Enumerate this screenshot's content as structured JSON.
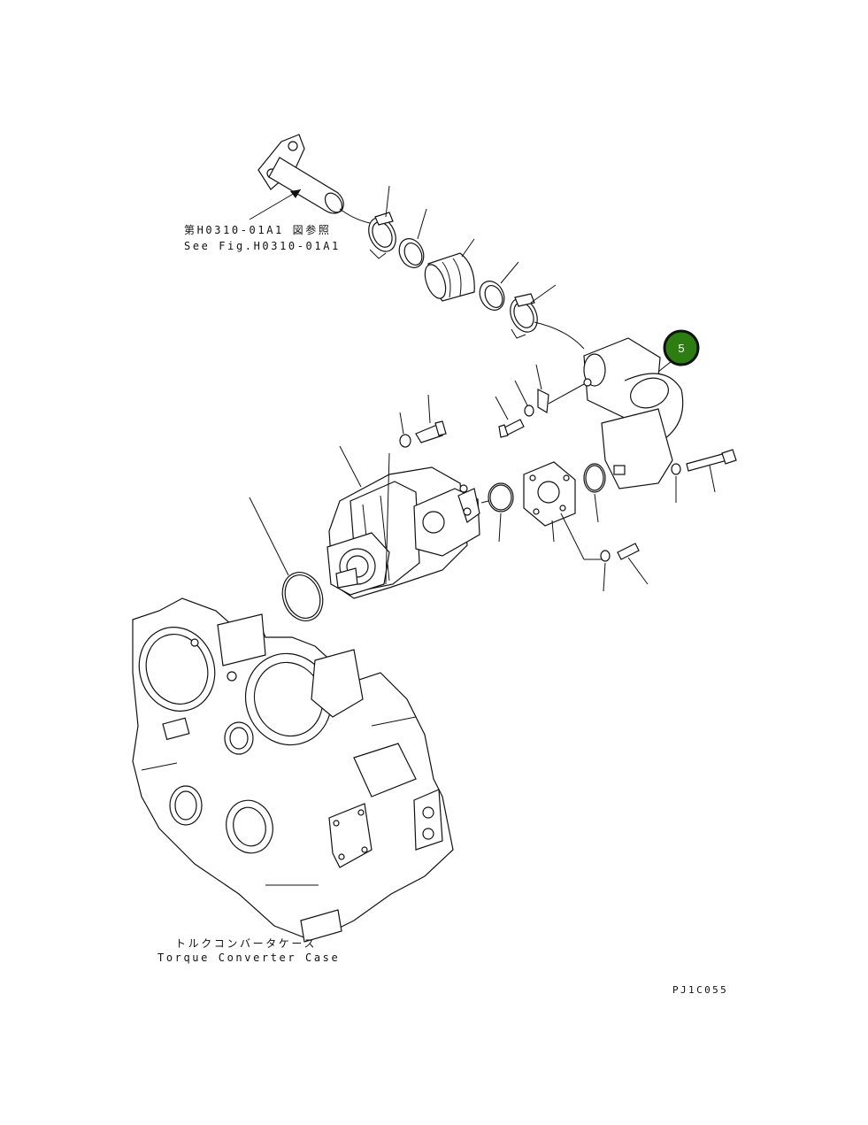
{
  "references": {
    "see_fig_jp": "第H0310-01A1 図参照",
    "see_fig_en": "See Fig.H0310-01A1"
  },
  "case_label": {
    "jp": "トルクコンバータケース",
    "en": "Torque Converter Case"
  },
  "drawing_id": "PJ1C055",
  "callouts": [
    {
      "number": "5",
      "color": "#2e7d12",
      "ring": "#111111"
    }
  ]
}
